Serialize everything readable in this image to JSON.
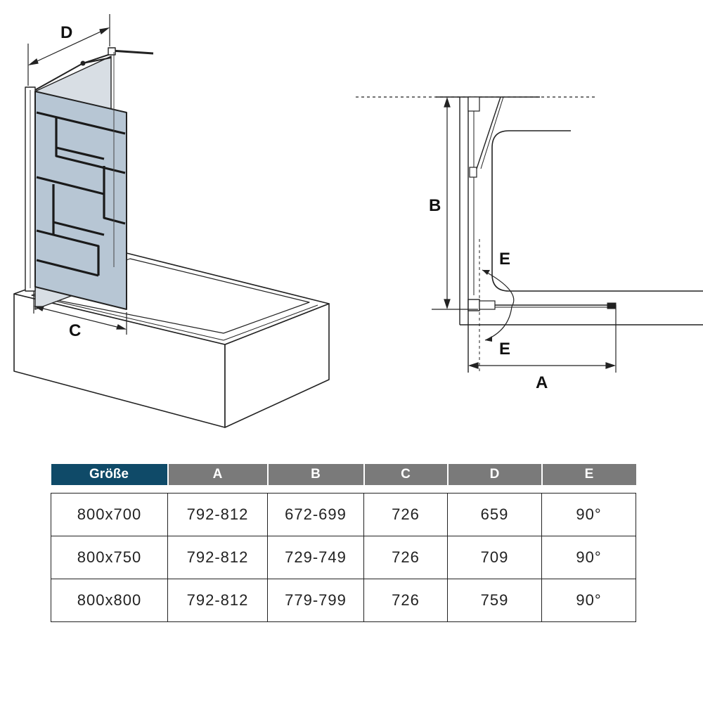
{
  "colors": {
    "header_accent": "#0f4a68",
    "header_gray": "#7a7a7a",
    "line": "#222222"
  },
  "diagram": {
    "perspective_labels": {
      "depth": "D",
      "width": "C"
    },
    "plan_labels": {
      "height": "B",
      "angle_top": "E",
      "angle_bottom": "E",
      "length": "A"
    }
  },
  "table": {
    "headers": [
      "Größe",
      "A",
      "B",
      "C",
      "D",
      "E"
    ],
    "rows": [
      [
        "800x700",
        "792-812",
        "672-699",
        "726",
        "659",
        "90°"
      ],
      [
        "800x750",
        "792-812",
        "729-749",
        "726",
        "709",
        "90°"
      ],
      [
        "800x800",
        "792-812",
        "779-799",
        "726",
        "759",
        "90°"
      ]
    ]
  }
}
